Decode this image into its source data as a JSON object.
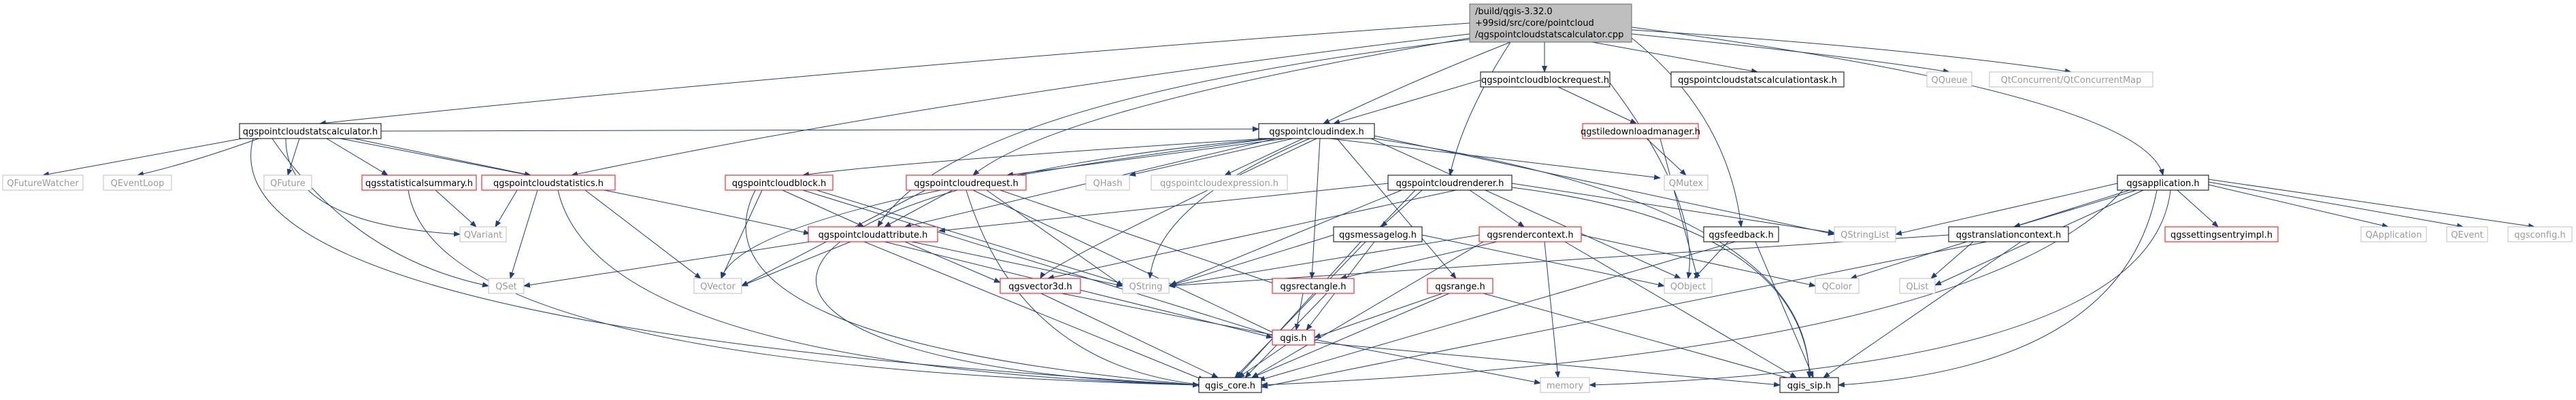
{
  "root": {
    "lines": [
      "/build/qgis-3.32.0",
      "+99sid/src/core/pointcloud",
      "/qgspointcloudstatscalculator.cpp"
    ]
  },
  "nodes": {
    "n_statscalc_h": "qgspointcloudstatscalculator.h",
    "n_blockrequest_h": "qgspointcloudblockrequest.h",
    "n_calctask_h": "qgspointcloudstatscalculationtask.h",
    "n_qqueue": "QQueue",
    "n_qtconcurrent": "QtConcurrent/QtConcurrentMap",
    "n_qfuturewatcher": "QFutureWatcher",
    "n_qeventloop": "QEventLoop",
    "n_qfuture": "QFuture",
    "n_statsummary_h": "qgsstatisticalsummary.h",
    "n_pcstatistics_h": "qgspointcloudstatistics.h",
    "n_pcindex_h": "qgspointcloudindex.h",
    "n_tiledownload_h": "qgstiledownloadmanager.h",
    "n_pcblock_h": "qgspointcloudblock.h",
    "n_pcrequest_h": "qgspointcloudrequest.h",
    "n_qhash": "QHash",
    "n_pcexpression_h": "qgspointcloudexpression.h",
    "n_qmutex": "QMutex",
    "n_pcrenderer_h": "qgspointcloudrenderer.h",
    "n_qgsapplication_h": "qgsapplication.h",
    "n_qvariant": "QVariant",
    "n_pcattribute_h": "qgspointcloudattribute.h",
    "n_messagelog_h": "qgsmessagelog.h",
    "n_rendercontext_h": "qgsrendercontext.h",
    "n_feedback_h": "qgsfeedback.h",
    "n_qstringlist": "QStringList",
    "n_translation_h": "qgstranslationcontext.h",
    "n_settingsentry_h": "qgssettingsentryimpl.h",
    "n_qapplication": "QApplication",
    "n_qevent": "QEvent",
    "n_qgsconfig_h": "qgsconfig.h",
    "n_qset": "QSet",
    "n_qvector": "QVector",
    "n_qstring": "QString",
    "n_vector3d_h": "qgsvector3d.h",
    "n_rectangle_h": "qgsrectangle.h",
    "n_range_h": "qgsrange.h",
    "n_qobject": "QObject",
    "n_qcolor": "QColor",
    "n_qlist": "QList",
    "n_qgis_h": "qgis.h",
    "n_qgis_core_h": "qgis_core.h",
    "n_memory": "memory",
    "n_qgis_sip_h": "qgis_sip.h"
  }
}
